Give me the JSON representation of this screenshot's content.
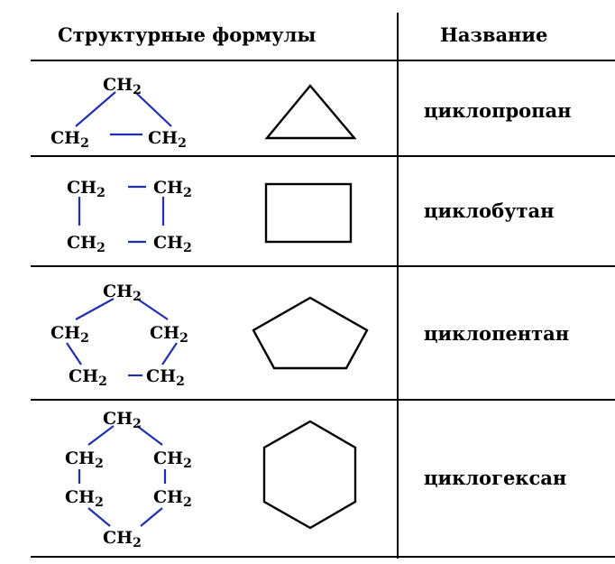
{
  "header": {
    "col_structural": "Структурные формулы",
    "col_name": "Название"
  },
  "group": {
    "label": "CH",
    "subscript": "2"
  },
  "colors": {
    "bond": "#1f2fb0",
    "ring": "#000000",
    "rule": "#000000"
  },
  "rows": [
    {
      "name": "циклопропан",
      "ring_sides": 3,
      "group_count": 3
    },
    {
      "name": "циклобутан",
      "ring_sides": 4,
      "group_count": 4
    },
    {
      "name": "циклопентан",
      "ring_sides": 5,
      "group_count": 5
    },
    {
      "name": "циклогексан",
      "ring_sides": 6,
      "group_count": 6
    }
  ]
}
